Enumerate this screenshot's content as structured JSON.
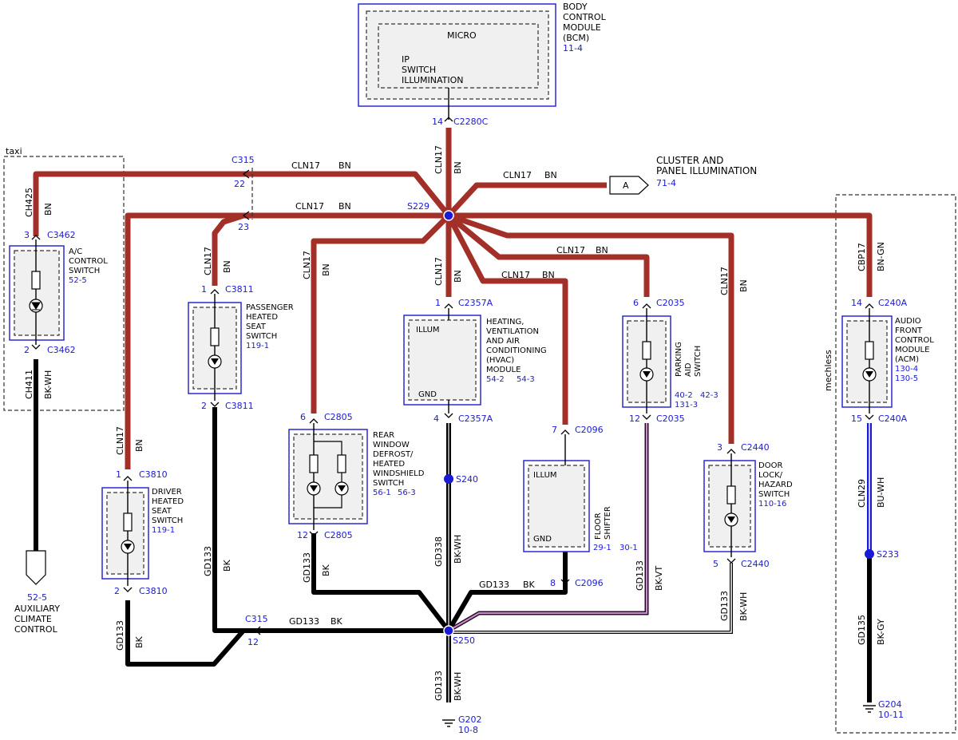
{
  "bcm": {
    "title_lines": [
      "BODY",
      "CONTROL",
      "MODULE",
      "(BCM)"
    ],
    "ref": "11-4",
    "inner_title": "MICRO",
    "inner_lines": [
      "IP",
      "SWITCH",
      "ILLUMINATION"
    ],
    "pin": "14",
    "connector": "C2280C"
  },
  "splices": {
    "s229": "S229",
    "s250": "S250",
    "s240": "S240",
    "s233": "S233"
  },
  "cluster": {
    "lines": [
      "CLUSTER AND",
      "PANEL ILLUMINATION"
    ],
    "ref": "71-4",
    "arrow_label": "A"
  },
  "groups": {
    "taxi": "taxi",
    "mechless": "mechless"
  },
  "wires": {
    "cln17": "CLN17",
    "bn": "BN",
    "ch425": "CH425",
    "ch411": "CH411",
    "bk_wh": "BK-WH",
    "gd133": "GD133",
    "bk": "BK",
    "gd338": "GD338",
    "bk_vt": "BK-VT",
    "cbp17": "CBP17",
    "bn_gn": "BN-GN",
    "cln29": "CLN29",
    "bu_wh": "BU-WH",
    "gd135": "GD135",
    "bk_gy": "BK-GY"
  },
  "c315": {
    "connector": "C315",
    "pin22": "22",
    "pin23": "23",
    "pin12": "12"
  },
  "ac_switch": {
    "lines": [
      "A/C",
      "CONTROL",
      "SWITCH"
    ],
    "ref": "52-5",
    "pin_top": "3",
    "pin_bottom": "2",
    "connector": "C3462"
  },
  "aux_climate": {
    "ref": "52-5",
    "lines": [
      "AUXILIARY",
      "CLIMATE",
      "CONTROL"
    ]
  },
  "driver_seat": {
    "lines": [
      "DRIVER",
      "HEATED",
      "SEAT",
      "SWITCH"
    ],
    "ref": "119-1",
    "pin_top": "1",
    "pin_bottom": "2",
    "connector": "C3810"
  },
  "pass_seat": {
    "lines": [
      "PASSENGER",
      "HEATED",
      "SEAT",
      "SWITCH"
    ],
    "ref": "119-1",
    "pin_top": "1",
    "pin_bottom": "2",
    "connector": "C3811"
  },
  "rear_defrost": {
    "lines": [
      "REAR",
      "WINDOW",
      "DEFROST/",
      "HEATED",
      "WINDSHIELD",
      "SWITCH"
    ],
    "ref1": "56-1",
    "ref2": "56-3",
    "pin_top": "6",
    "pin_bottom": "12",
    "connector": "C2805"
  },
  "hvac": {
    "lines": [
      "HEATING,",
      "VENTILATION",
      "AND AIR",
      "CONDITIONING",
      "(HVAC)",
      "MODULE"
    ],
    "ref1": "54-2",
    "ref2": "54-3",
    "illum": "ILLUM",
    "gnd": "GND",
    "pin_top": "1",
    "pin_bottom": "4",
    "connector": "C2357A"
  },
  "floor_shifter": {
    "lines": [
      "FLOOR",
      "SHIFTER"
    ],
    "ref1": "29-1",
    "ref2": "30-1",
    "illum": "ILLUM",
    "gnd": "GND",
    "pin_top": "7",
    "pin_bottom": "8",
    "connector": "C2096"
  },
  "parking_aid": {
    "lines": [
      "PARKING",
      "AID",
      "SWITCH"
    ],
    "ref1": "40-2",
    "ref2": "42-3",
    "ref3": "131-3",
    "pin_top": "6",
    "pin_bottom": "12",
    "connector": "C2035"
  },
  "door_lock": {
    "lines": [
      "DOOR",
      "LOCK/",
      "HAZARD",
      "SWITCH"
    ],
    "ref": "110-16",
    "pin_top": "3",
    "pin_bottom": "5",
    "connector": "C2440"
  },
  "acm": {
    "lines": [
      "AUDIO",
      "FRONT",
      "CONTROL",
      "MODULE",
      "(ACM)"
    ],
    "ref1": "130-4",
    "ref2": "130-5",
    "pin_top": "14",
    "pin_bottom": "15",
    "connector": "C240A"
  },
  "g202": {
    "name": "G202",
    "ref": "10-8"
  },
  "g204": {
    "name": "G204",
    "ref": "10-11"
  },
  "colors": {
    "wire_bn": "#c03a30",
    "wire_bk": "#000000",
    "wire_bu_wh": "#1a1ad6",
    "module_border": "#2a2ad0",
    "label_blue": "#1a1ad6"
  }
}
